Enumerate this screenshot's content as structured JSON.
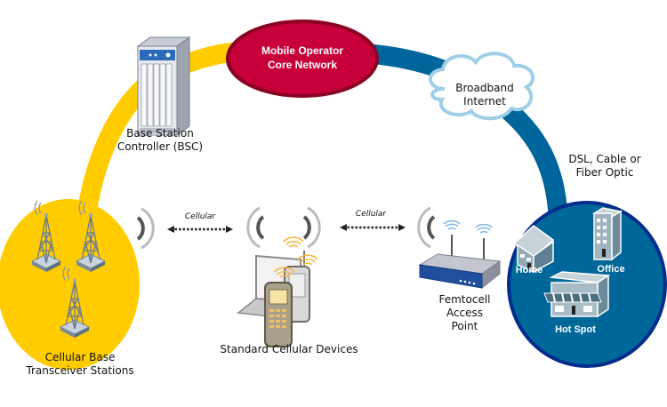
{
  "title": "Femtocell network architecture",
  "colors": {
    "cellular_path": "#ffcc00",
    "broadband_path": "#00659a",
    "core_network": "#c8003a",
    "core_network_border": "#8a0020",
    "premises_circle": "#00679a",
    "premises_border": "#002c8c",
    "signal_dark": "#555555",
    "signal_light": "#bbbbbb",
    "wifi_signal": "#f5b840"
  },
  "nodes": {
    "core_network": {
      "label_line1": "Mobile Operator",
      "label_line2": "Core Network",
      "icon": "ellipse"
    },
    "broadband": {
      "label_line1": "Broadband",
      "label_line2": "Internet",
      "icon": "cloud-icon"
    },
    "bsc": {
      "label_line1": "Base Station",
      "label_line2": "Controller (BSC)",
      "icon": "server-rack-icon"
    },
    "bts": {
      "label_line1": "Cellular Base",
      "label_line2": "Transceiver Stations",
      "icon": "cell-tower-icon",
      "tower_count": 3
    },
    "devices": {
      "label": "Standard Cellular Devices",
      "icon": "mobile-devices-icon"
    },
    "femtocell": {
      "label_line1": "Femtocell",
      "label_line2": "Access",
      "label_line3": "Point",
      "icon": "router-icon"
    },
    "backhaul": {
      "label_line1": "DSL, Cable or",
      "label_line2": "Fiber Optic"
    },
    "premises": {
      "home": "Home",
      "office": "Office",
      "hotspot": "Hot Spot"
    }
  },
  "links": {
    "bts_to_devices": "Cellular",
    "devices_to_femtocell": "Cellular"
  }
}
